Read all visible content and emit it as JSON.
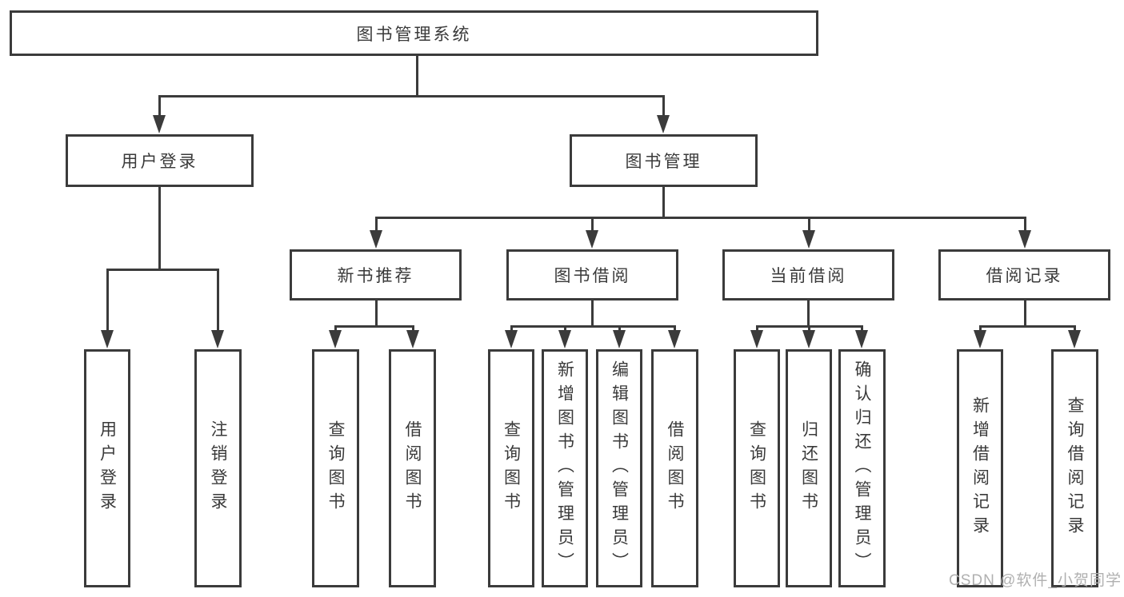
{
  "tree": {
    "label": "图书管理系统",
    "children": [
      {
        "label": "用户登录",
        "children": [
          {
            "label": "用户登录"
          },
          {
            "label": "注销登录"
          }
        ]
      },
      {
        "label": "图书管理",
        "children": [
          {
            "label": "新书推荐",
            "children": [
              {
                "label": "查询图书"
              },
              {
                "label": "借阅图书"
              }
            ]
          },
          {
            "label": "图书借阅",
            "children": [
              {
                "label": "查询图书"
              },
              {
                "label": "新增图书（管理员）"
              },
              {
                "label": "编辑图书（管理员）"
              },
              {
                "label": "借阅图书"
              }
            ]
          },
          {
            "label": "当前借阅",
            "children": [
              {
                "label": "查询图书"
              },
              {
                "label": "归还图书"
              },
              {
                "label": "确认归还（管理员）"
              }
            ]
          },
          {
            "label": "借阅记录",
            "children": [
              {
                "label": "新增借阅记录"
              },
              {
                "label": "查询借阅记录"
              }
            ]
          }
        ]
      }
    ]
  },
  "watermark": {
    "text": "CSDN @软件_小贺同学"
  },
  "colors": {
    "line": "#3b3b3b",
    "text": "#3a3a3a",
    "watermark": "#b0b0b0",
    "bg": "#ffffff"
  }
}
